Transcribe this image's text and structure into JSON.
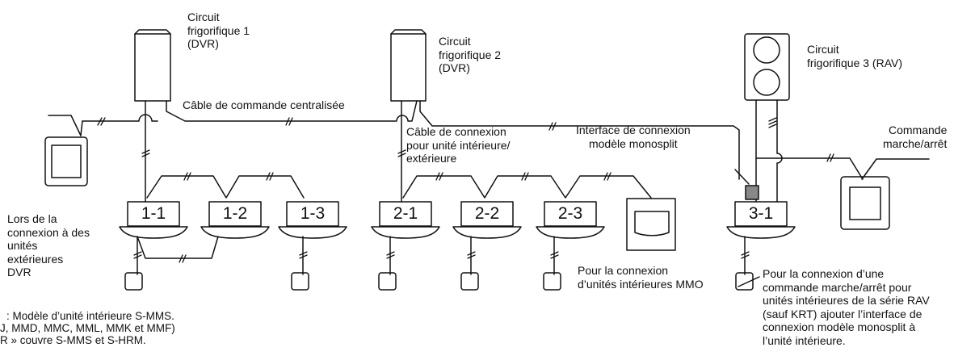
{
  "diagram": {
    "circuit1": {
      "lines": [
        "Circuit",
        "frigorifique 1",
        "(DVR)"
      ]
    },
    "circuit2": {
      "lines": [
        "Circuit",
        "frigorifique 2",
        "(DVR)"
      ]
    },
    "circuit3": {
      "lines": [
        "Circuit",
        "frigorifique 3 (RAV)"
      ]
    },
    "central_cable_label": "Câble de commande centralisée",
    "connection_cable_label": [
      "Câble de connexion",
      "pour unité intérieure/",
      "extérieure"
    ],
    "interface_label": [
      "Interface de connexion",
      "modèle monosplit"
    ],
    "onoff_label": [
      "Commande",
      "marche/arrêt"
    ],
    "dvr_note": [
      "Lors de la",
      "connexion à des",
      "unités",
      "extérieures",
      "DVR"
    ],
    "mmo_note": [
      "Pour la connexion",
      "d’unités intérieures MMO"
    ],
    "rav_note": [
      "Pour la connexion d’une",
      "commande marche/arrêt pour",
      "unités intérieures de la série RAV",
      "(sauf KRT) ajouter l’interface de",
      "connexion modèle monosplit à",
      "l’unité intérieure."
    ],
    "footnote": [
      ": Modèle d’unité intérieure S-MMS.",
      "J, MMD, MMC, MML, MMK et MMF)",
      "R » couvre S-MMS et S-HRM."
    ],
    "indoor_units": [
      "1-1",
      "1-2",
      "1-3",
      "2-1",
      "2-2",
      "2-3",
      "3-1"
    ],
    "colors": {
      "line": "#111111",
      "interface_box": "#888888"
    }
  }
}
